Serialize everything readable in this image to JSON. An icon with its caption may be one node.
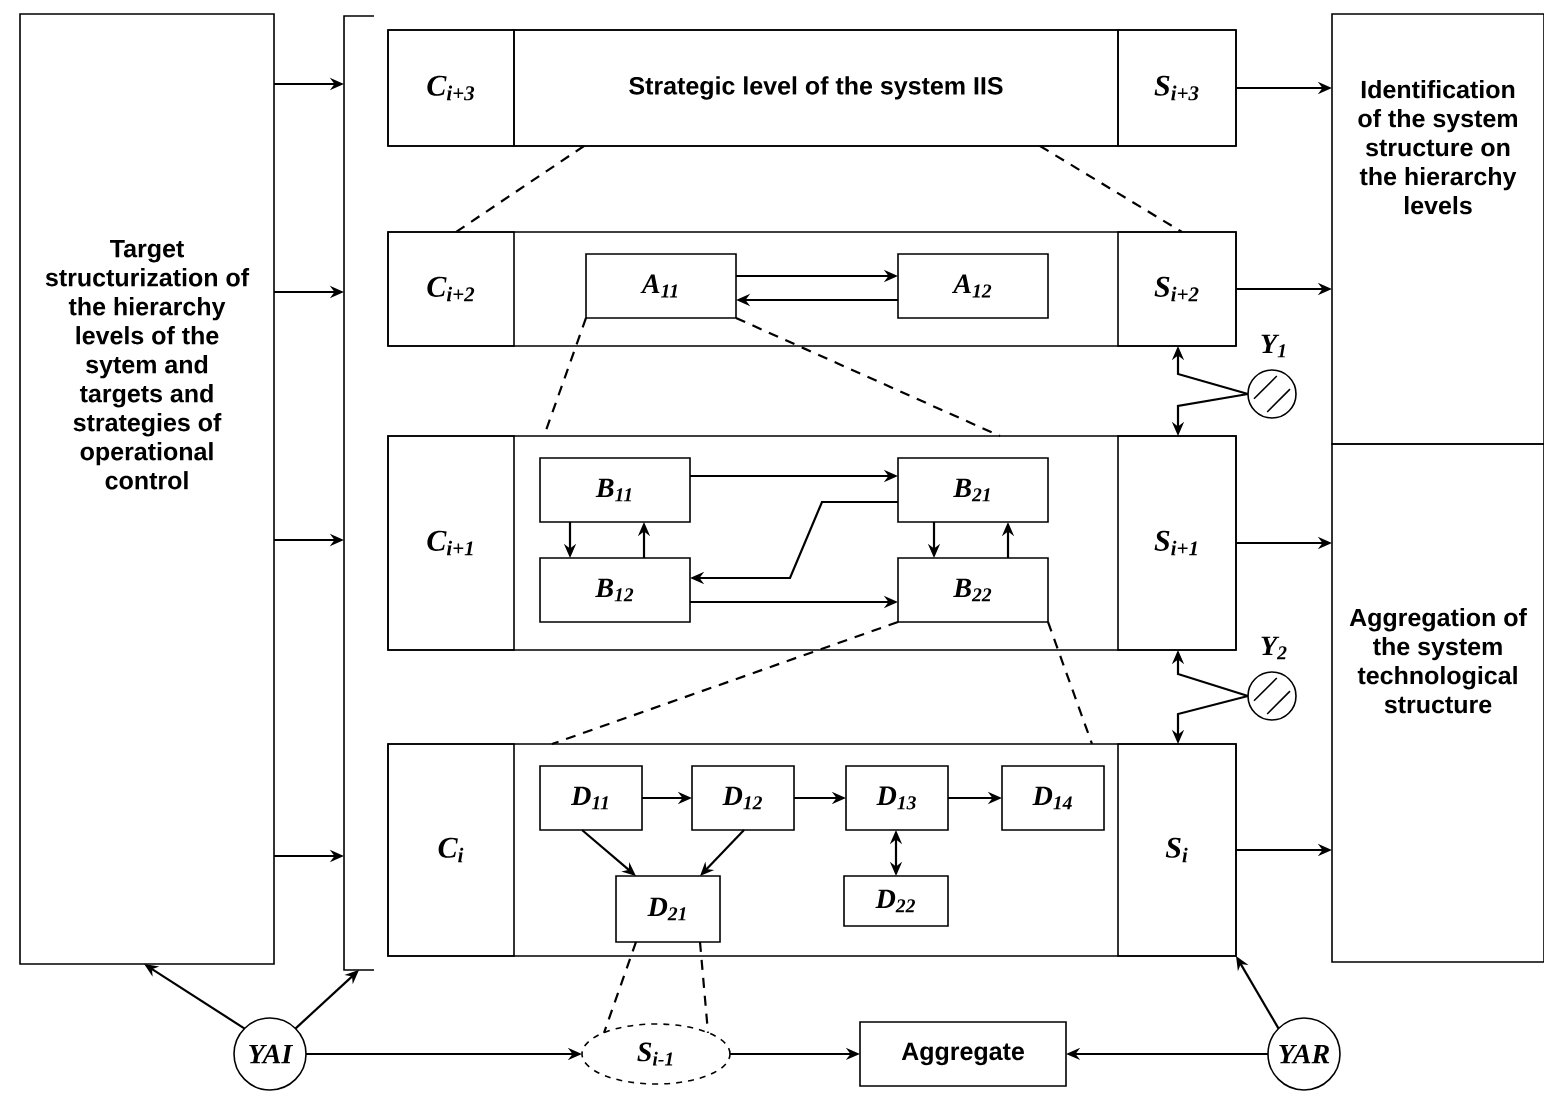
{
  "diagram": {
    "nodes": [
      {
        "text": [
          "Target structurization of the hierarchy levels of the sytem and targets and strategies of operational control"
        ]
      },
      {
        "text": [],
        "shape": "bar"
      },
      {
        "text": [],
        "shape": "box"
      },
      {
        "text": [
          "C$_{i+3}$"
        ],
        "in": 2
      },
      {
        "text": [
          "Strategic level of the system IIS"
        ],
        "in": 2
      },
      {
        "text": [
          "S$_{i+3}$"
        ],
        "in": 2
      },
      {
        "text": [
          "Identification of the system structure on the hierarchy levels"
        ]
      },
      {
        "text": [],
        "shape": "box"
      },
      {
        "text": [
          "C$_{i+2}$"
        ],
        "in": 7
      },
      {
        "text": [
          "A$_{11}$"
        ],
        "in": 7
      },
      {
        "text": [
          "A$_{12}$"
        ],
        "in": 7
      },
      {
        "text": [
          "S$_{i+2}$"
        ],
        "in": 7
      },
      {
        "text": [],
        "shape": "circle",
        "beside": [
          "Y$_{1}$"
        ]
      },
      {
        "text": [],
        "shape": "box"
      },
      {
        "text": [
          "C$_{i+1}$"
        ],
        "in": 13
      },
      {
        "text": [
          "B$_{11}$"
        ],
        "in": 13
      },
      {
        "text": [
          "B$_{21}$"
        ],
        "in": 13
      },
      {
        "text": [
          "B$_{12}$"
        ],
        "in": 13
      },
      {
        "text": [
          "B$_{22}$"
        ],
        "in": 13
      },
      {
        "text": [
          "S$_{i+1}$"
        ],
        "in": 13
      },
      {
        "text": [
          "Aggregation of the system technological structure"
        ]
      },
      {
        "text": [],
        "shape": "circle",
        "beside": [
          "Y$_{2}$"
        ]
      },
      {
        "text": [],
        "shape": "box"
      },
      {
        "text": [
          "C$_{i}$"
        ],
        "in": 22
      },
      {
        "text": [
          "D$_{11}$"
        ],
        "in": 22
      },
      {
        "text": [
          "D$_{12}$"
        ],
        "in": 22
      },
      {
        "text": [
          "D$_{13}$"
        ],
        "in": 22
      },
      {
        "text": [
          "D$_{14}$"
        ],
        "in": 22
      },
      {
        "text": [
          "D$_{21}$"
        ],
        "in": 22
      },
      {
        "text": [
          "D$_{22}$"
        ],
        "in": 22
      },
      {
        "text": [
          "S$_{i}$"
        ],
        "in": 22
      },
      {
        "text": [
          "YAI"
        ]
      },
      {
        "text": [
          "S$_{i-1}$"
        ]
      },
      {
        "text": [
          "Aggregate"
        ]
      },
      {
        "text": [
          "YAR"
        ]
      }
    ],
    "edges": [
      {
        "from": 0,
        "to": 1,
        "arrow": "to"
      },
      {
        "from": 0,
        "to": 1,
        "arrow": "to"
      },
      {
        "from": 0,
        "to": 1,
        "arrow": "to"
      },
      {
        "from": 0,
        "to": 1,
        "arrow": "to"
      },
      {
        "from": 5,
        "to": 6,
        "arrow": "to"
      },
      {
        "from": 11,
        "to": 6,
        "arrow": "to"
      },
      {
        "from": 19,
        "to": 20,
        "arrow": "to"
      },
      {
        "from": 30,
        "to": 20,
        "arrow": "to"
      },
      {
        "from": 4,
        "to": 7,
        "arrow": "none",
        "style": "dashed"
      },
      {
        "from": 4,
        "to": 7,
        "arrow": "none",
        "style": "dashed"
      },
      {
        "from": 9,
        "to": 10,
        "arrow": "to"
      },
      {
        "from": 10,
        "to": 9,
        "arrow": "to"
      },
      {
        "from": 12,
        "to": 11,
        "arrow": "to"
      },
      {
        "from": 12,
        "to": 19,
        "arrow": "to"
      },
      {
        "from": 9,
        "to": 13,
        "arrow": "none",
        "style": "dashed"
      },
      {
        "from": 9,
        "to": 13,
        "arrow": "none",
        "style": "dashed"
      },
      {
        "from": 15,
        "to": 16,
        "arrow": "to"
      },
      {
        "from": 15,
        "to": 17,
        "arrow": "to"
      },
      {
        "from": 17,
        "to": 15,
        "arrow": "to"
      },
      {
        "from": 16,
        "to": 18,
        "arrow": "to"
      },
      {
        "from": 18,
        "to": 16,
        "arrow": "to"
      },
      {
        "from": 16,
        "to": 17,
        "arrow": "to"
      },
      {
        "from": 17,
        "to": 18,
        "arrow": "to"
      },
      {
        "from": 21,
        "to": 19,
        "arrow": "to"
      },
      {
        "from": 21,
        "to": 30,
        "arrow": "to"
      },
      {
        "from": 18,
        "to": 22,
        "arrow": "none",
        "style": "dashed"
      },
      {
        "from": 18,
        "to": 22,
        "arrow": "none",
        "style": "dashed"
      },
      {
        "from": 24,
        "to": 25,
        "arrow": "to"
      },
      {
        "from": 25,
        "to": 26,
        "arrow": "to"
      },
      {
        "from": 26,
        "to": 27,
        "arrow": "to"
      },
      {
        "from": 24,
        "to": 28,
        "arrow": "to"
      },
      {
        "from": 25,
        "to": 28,
        "arrow": "to"
      },
      {
        "from": 26,
        "to": 29,
        "arrow": "both"
      },
      {
        "from": 28,
        "to": 32,
        "arrow": "none",
        "style": "dashed"
      },
      {
        "from": 28,
        "to": 32,
        "arrow": "none",
        "style": "dashed"
      },
      {
        "from": 31,
        "to": 0,
        "arrow": "to"
      },
      {
        "from": 31,
        "to": 1,
        "arrow": "to"
      },
      {
        "from": 31,
        "to": 32,
        "arrow": "to"
      },
      {
        "from": 32,
        "to": 33,
        "arrow": "to"
      },
      {
        "from": 34,
        "to": 33,
        "arrow": "to"
      },
      {
        "from": 34,
        "to": 30,
        "arrow": "to"
      }
    ]
  }
}
